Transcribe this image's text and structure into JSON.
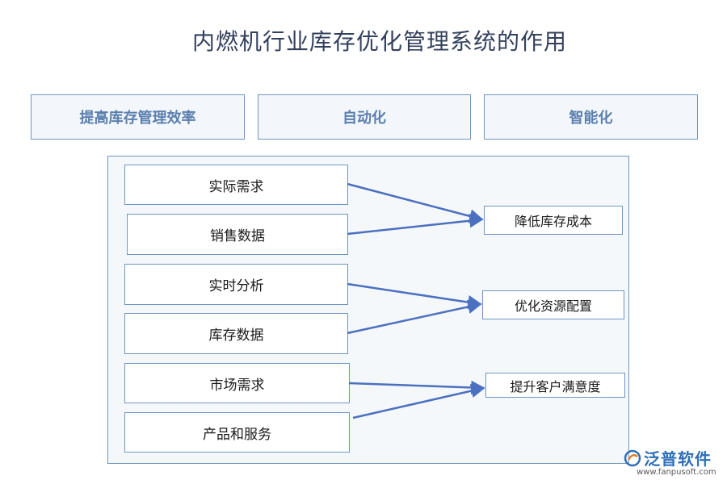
{
  "title": "内燃机行业库存优化管理系统的作用",
  "top_boxes": [
    "提高库存管理效率",
    "自动化",
    "智能化"
  ],
  "sources": [
    "实际需求",
    "销售数据",
    "实时分析",
    "库存数据",
    "市场需求",
    "产品和服务"
  ],
  "targets": [
    "降低库存成本",
    "优化资源配置",
    "提升客户满意度"
  ],
  "connections": [
    {
      "from": "实际需求",
      "to": "降低库存成本"
    },
    {
      "from": "销售数据",
      "to": "降低库存成本"
    },
    {
      "from": "实时分析",
      "to": "优化资源配置"
    },
    {
      "from": "库存数据",
      "to": "优化资源配置"
    },
    {
      "from": "市场需求",
      "to": "提升客户满意度"
    },
    {
      "from": "产品和服务",
      "to": "提升客户满意度"
    }
  ],
  "watermark": "泛普软件",
  "logo": {
    "name": "泛普软件",
    "url": "www.fanpusoft.com"
  },
  "colors": {
    "arrow": "#4c70c0",
    "border": "#6e95c2",
    "accent": "#2f6fb8"
  }
}
